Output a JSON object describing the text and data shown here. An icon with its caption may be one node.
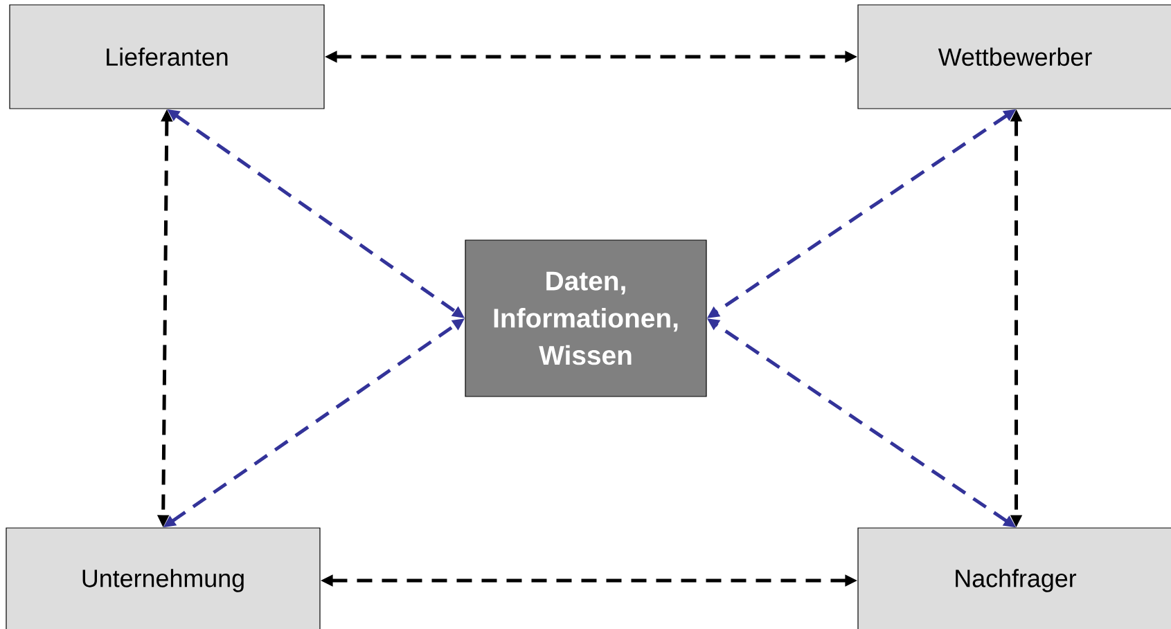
{
  "diagram": {
    "nodes": [
      {
        "text": [
          "Lieferanten"
        ]
      },
      {
        "text": [
          "Wettbewerber"
        ]
      },
      {
        "text": [
          "Daten, Informationen, Wissen"
        ]
      },
      {
        "text": [
          "Unternehmung"
        ]
      },
      {
        "text": [
          "Nachfrager"
        ]
      }
    ],
    "edges": [
      {
        "from": 0,
        "to": 1,
        "arrow": "both",
        "style": "dashed"
      },
      {
        "from": 0,
        "to": 3,
        "arrow": "both",
        "style": "dashed"
      },
      {
        "from": 1,
        "to": 4,
        "arrow": "both",
        "style": "dashed"
      },
      {
        "from": 3,
        "to": 4,
        "arrow": "both",
        "style": "dashed"
      },
      {
        "from": 0,
        "to": 2,
        "arrow": "both",
        "style": "dashed",
        "color": "#333399"
      },
      {
        "from": 1,
        "to": 2,
        "arrow": "both",
        "style": "dashed",
        "color": "#333399"
      },
      {
        "from": 3,
        "to": 2,
        "arrow": "both",
        "style": "dashed",
        "color": "#333399"
      },
      {
        "from": 4,
        "to": 2,
        "arrow": "both",
        "style": "dashed",
        "color": "#333399"
      }
    ]
  }
}
